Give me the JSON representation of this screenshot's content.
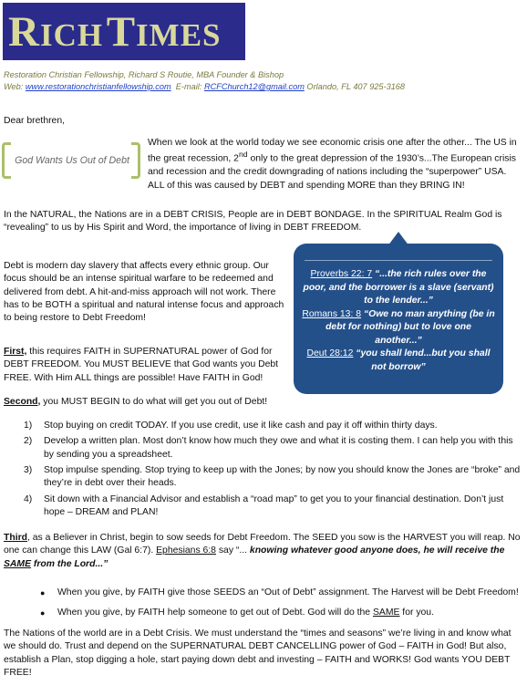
{
  "masthead": {
    "title_big_1": "R",
    "title_small_1": "ICH",
    "title_big_2": "T",
    "title_small_2": "IMES"
  },
  "header": {
    "org_line": "Restoration Christian Fellowship, Richard S Routie, MBA Founder & Bishop",
    "web_label": "Web:",
    "web_url": "www.restorationchristianfellowship.com",
    "email_label": "E-mail:",
    "email": "RCFChurch12@gmail.com",
    "location": "Orlando, FL 407 925-3168"
  },
  "greeting": "Dear brethren,",
  "pull_quote": "God Wants Us Out of Debt",
  "intro": {
    "a": "When we look at the world today we see economic crisis one after the other... The US in the great recession, 2",
    "sup": "nd",
    "b": " only to the great depression of the 1930’s...The European crisis and recession and the credit downgrading of nations including the “superpower” USA. ALL of this was caused by DEBT and spending MORE than they BRING IN!"
  },
  "natural": "In the NATURAL, the Nations are in a DEBT CRISIS, People are in DEBT BONDAGE. In the SPIRITUAL Realm God is “revealing” to us by His Spirit and Word, the importance of living in DEBT FREEDOM.",
  "slavery": "Debt is modern day slavery that affects every ethnic group. Our focus should be an intense spiritual warfare to be redeemed and delivered from debt. A hit-and-miss approach will not work. There has to be BOTH a spiritual and natural intense focus and approach to being restore to Debt Freedom!",
  "first": {
    "label": "First,",
    "text": " this requires FAITH in SUPERNATURAL power of God for DEBT FREEDOM. You MUST BELIEVE that God wants you Debt FREE. With Him ALL things are possible! Have FAITH in God!"
  },
  "callout": {
    "v1_ref": "Proverbs 22: 7",
    "v1_text": " “...the rich rules over the poor, and the borrower is a slave (servant) to the lender...”",
    "v2_ref": "Romans 13: 8",
    "v2_text": " “Owe no man anything (be in debt for nothing) but to love one another...”",
    "v3_ref": "Deut 28:12",
    "v3_text": " “you shall lend...but you shall not borrow”"
  },
  "second": {
    "label": "Second,",
    "text": " you MUST BEGIN to do what will get you out of Debt!"
  },
  "steps": [
    {
      "num": "1)",
      "text": "Stop buying on credit TODAY. If you use credit, use it like cash and pay it off within thirty days."
    },
    {
      "num": "2)",
      "text": "Develop a written plan. Most don’t know how much they owe and what it is costing them. I can help you with this by sending you a spreadsheet."
    },
    {
      "num": "3)",
      "text": "Stop impulse spending. Stop trying to keep up with the Jones; by now you should know the Jones are “broke” and they’re in debt over their heads."
    },
    {
      "num": "4)",
      "text": "Sit down with a Financial Advisor and establish a “road map” to get you to your financial destination. Don’t just hope – DREAM and PLAN!"
    }
  ],
  "third": {
    "label": "Third",
    "a": ", as a Believer in Christ, begin to sow seeds for Debt Freedom. The SEED you sow is the HARVEST you will reap. No one can change this LAW (Gal 6:7). ",
    "ref": "Ephesians 6:8",
    "b": " say “... ",
    "quote_a": "knowing whatever good anyone does, he will receive the ",
    "quote_same": "SAME",
    "quote_b": " from the Lord...”"
  },
  "bullets": {
    "b1": "When you give, by FAITH give those SEEDS an “Out of Debt” assignment. The Harvest will be Debt Freedom!",
    "b2_a": "When you give, by FAITH help someone to get out of Debt. God will do the ",
    "b2_same": "SAME",
    "b2_b": " for you."
  },
  "closing": "The Nations of the world are in a Debt Crisis. We must understand the “times and seasons” we’re living in and know what we should do. Trust and depend on the SUPERNATURAL DEBT CANCELLING power of God – FAITH in God! But also, establish a Plan, stop digging a hole, start paying down debt and investing – FAITH and WORKS! God wants YOU DEBT FREE!"
}
